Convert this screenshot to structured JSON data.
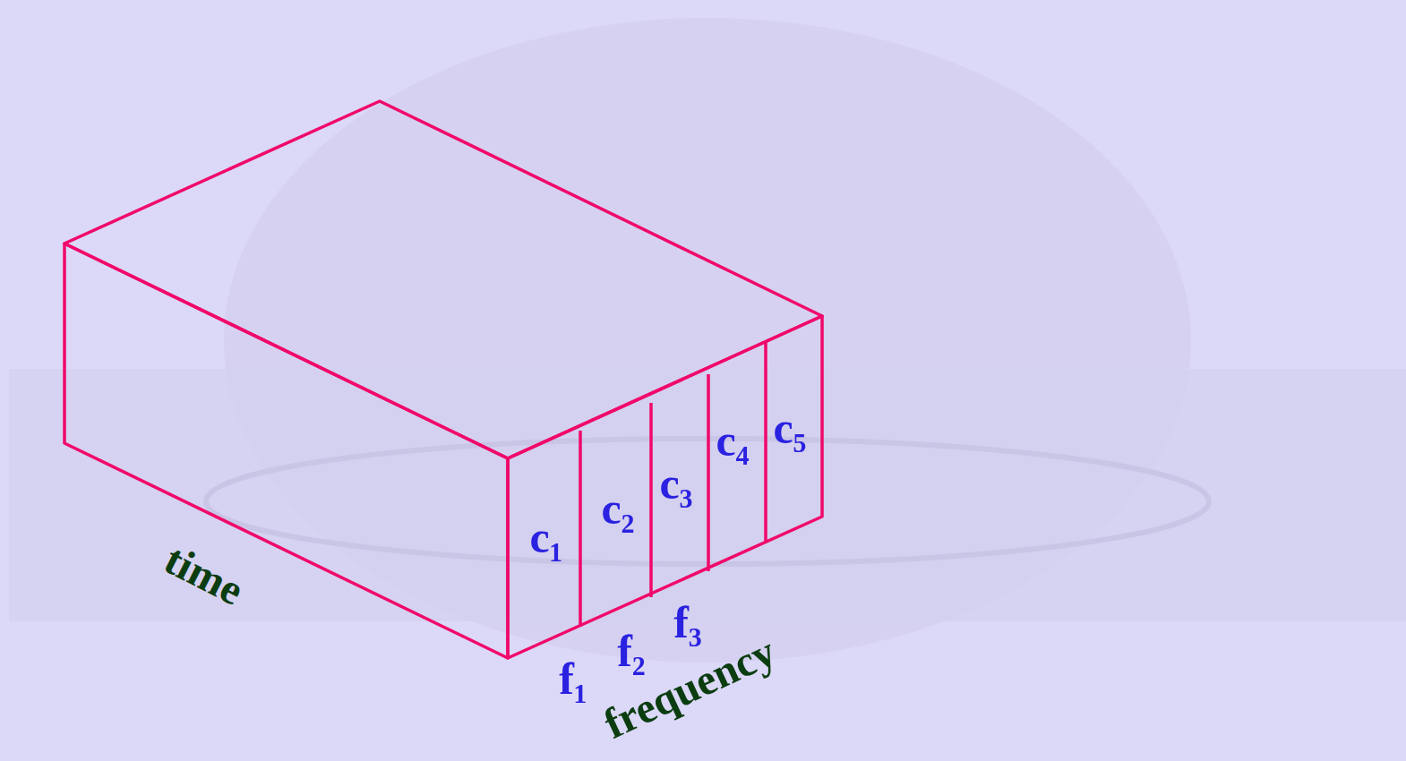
{
  "diagram": {
    "labels": [
      "c₁",
      "c₂",
      "c₃",
      "c₄",
      "c₅",
      "f₁",
      "f₂",
      "f₃",
      "time",
      "frequency"
    ]
  }
}
